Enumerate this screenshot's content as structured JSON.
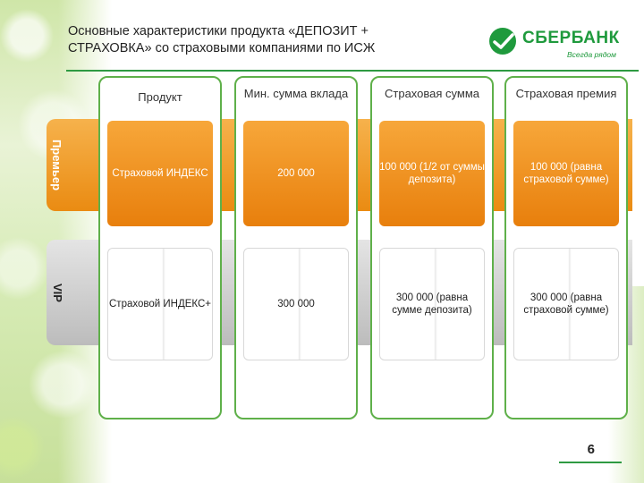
{
  "title": "Основные характеристики продукта «ДЕПОЗИТ + СТРАХОВКА» со страховыми компаниями по ИСЖ",
  "logo": {
    "name": "СБЕРБАНК",
    "slogan": "Всегда рядом"
  },
  "colors": {
    "brand_green": "#1f9a3d",
    "premier_orange": "#ea8b12",
    "vip_gray": "#bcbcbc"
  },
  "rows": {
    "premier": "Премьер",
    "vip": "VIP"
  },
  "columns": [
    {
      "header": "Продукт",
      "premier": "Страховой ИНДЕКС",
      "vip": "Страховой ИНДЕКС+"
    },
    {
      "header": "Мин. сумма вклада",
      "premier": "200 000",
      "vip": "300 000"
    },
    {
      "header": "Страховая сумма",
      "premier": "100 000 (1/2 от суммы депозита)",
      "vip": "300 000 (равна сумме депозита)"
    },
    {
      "header": "Страховая премия",
      "premier": "100 000 (равна страховой сумме)",
      "vip": "300 000 (равна страховой сумме)"
    }
  ],
  "page_number": "6"
}
